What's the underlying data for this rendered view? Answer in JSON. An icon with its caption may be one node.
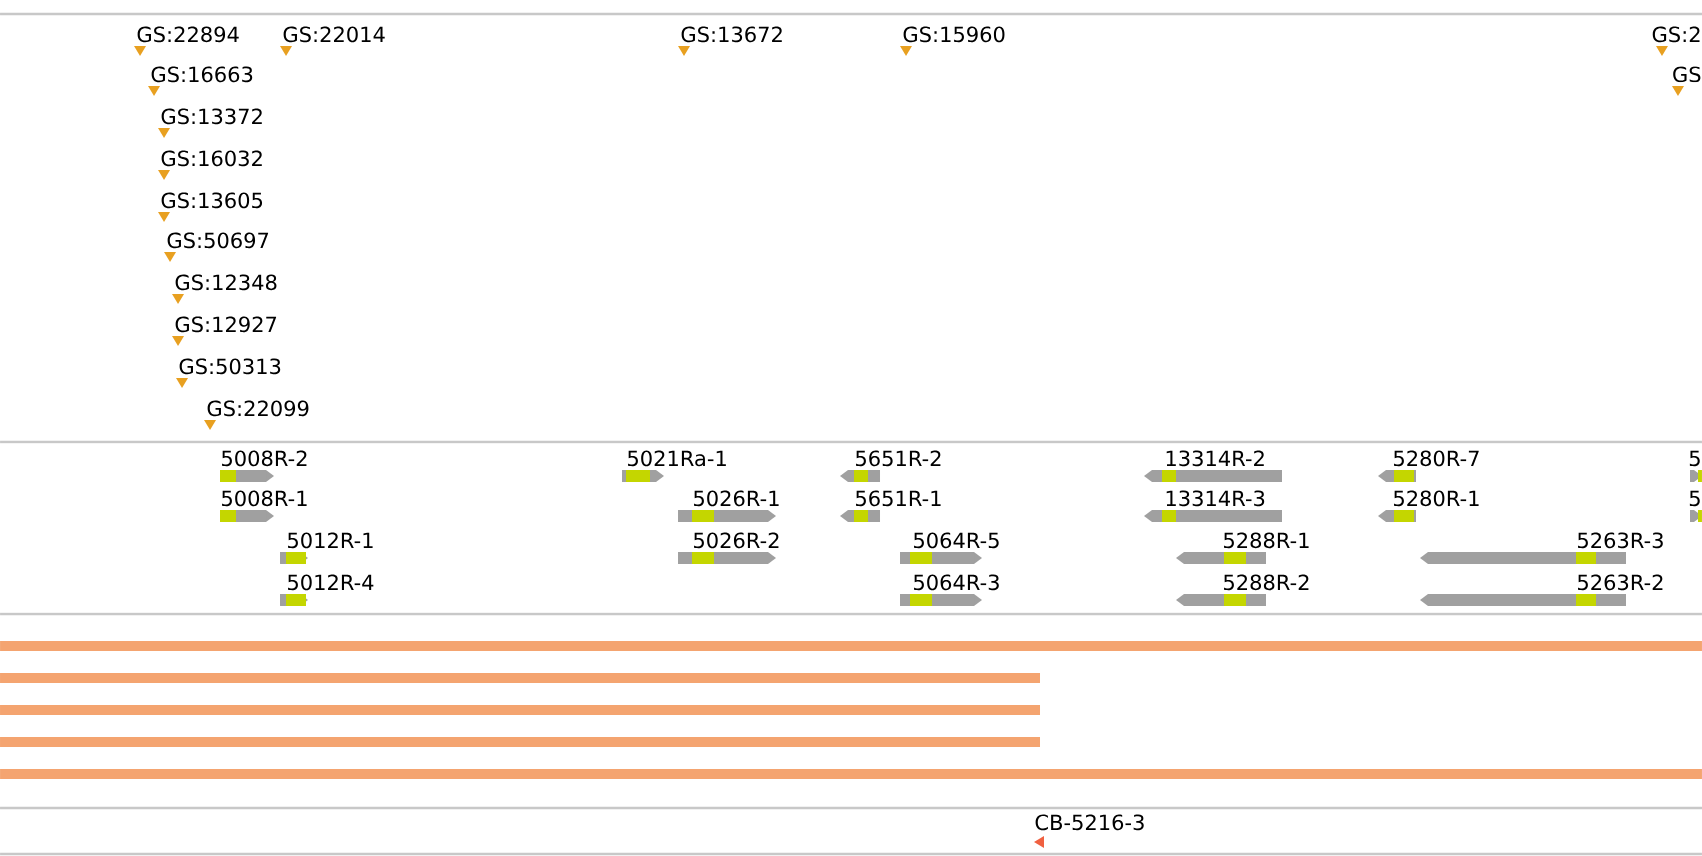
{
  "diagram": {
    "labels": [
      "GS:22894",
      "GS:22014",
      "GS:13672",
      "GS:15960",
      "GS:2",
      "GS:16663",
      "GS",
      "GS:13372",
      "GS:16032",
      "GS:13605",
      "GS:50697",
      "GS:12348",
      "GS:12927",
      "GS:50313",
      "GS:22099",
      "5008R-2",
      "5021Ra-1",
      "5651R-2",
      "13314R-2",
      "5280R-7",
      "5",
      "5008R-1",
      "5026R-1",
      "5651R-1",
      "13314R-3",
      "5280R-1",
      "5",
      "5012R-1",
      "5026R-2",
      "5064R-5",
      "5288R-1",
      "5263R-3",
      "5012R-4",
      "5064R-3",
      "5288R-2",
      "5263R-2",
      "CB-5216-3"
    ]
  }
}
